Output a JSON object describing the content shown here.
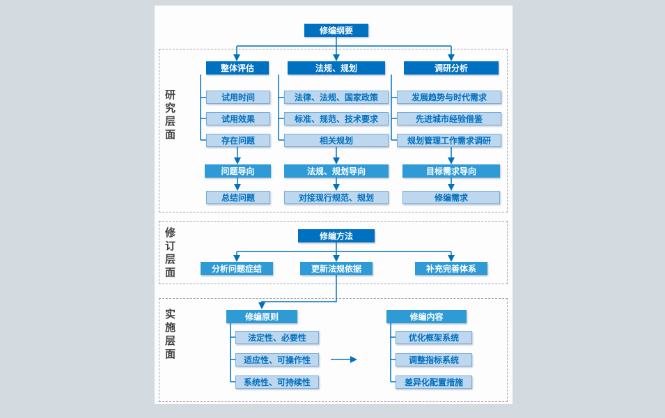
{
  "top": {
    "title": "修编纲要"
  },
  "research": {
    "label": "研究层面",
    "columns": [
      {
        "header": "整体评估",
        "items": [
          "试用时间",
          "试用效果",
          "存在问题"
        ],
        "mid": "问题导向",
        "bottom": "总结问题"
      },
      {
        "header": "法规、规划",
        "items": [
          "法律、法规、国家政策",
          "标准、规范、技术要求",
          "相关规划"
        ],
        "mid": "法规、规划导向",
        "bottom": "对接现行规范、规划"
      },
      {
        "header": "调研分析",
        "items": [
          "发展趋势与时代需求",
          "先进城市经验借鉴",
          "规划管理工作需求调研"
        ],
        "mid": "目标需求导向",
        "bottom": "修编需求"
      }
    ]
  },
  "revision": {
    "label": "修订层面",
    "method": "修编方法",
    "items": [
      "分析问题症结",
      "更新法规依据",
      "补充完善体系"
    ]
  },
  "implementation": {
    "label": "实施层面",
    "principles": {
      "header": "修编原则",
      "items": [
        "法定性、必要性",
        "适应性、可操作性",
        "系统性、可持续性"
      ]
    },
    "contents": {
      "header": "修编内容",
      "items": [
        "优化框架系统",
        "调整指标系统",
        "差异化配置措施"
      ]
    }
  },
  "colors": {
    "background": "#d3dbe0",
    "panel": "#fdfdfd",
    "dark_blue": "#0070c0",
    "medium_blue": "#2e9ad6",
    "light_blue_bg": "#bdd7ee",
    "light_blue_border": "#7aadd9",
    "text_blue": "#0070c0",
    "connector_blue": "#0070c0",
    "dashed_border": "#9fa5ab",
    "section_label_text": "#404040"
  }
}
